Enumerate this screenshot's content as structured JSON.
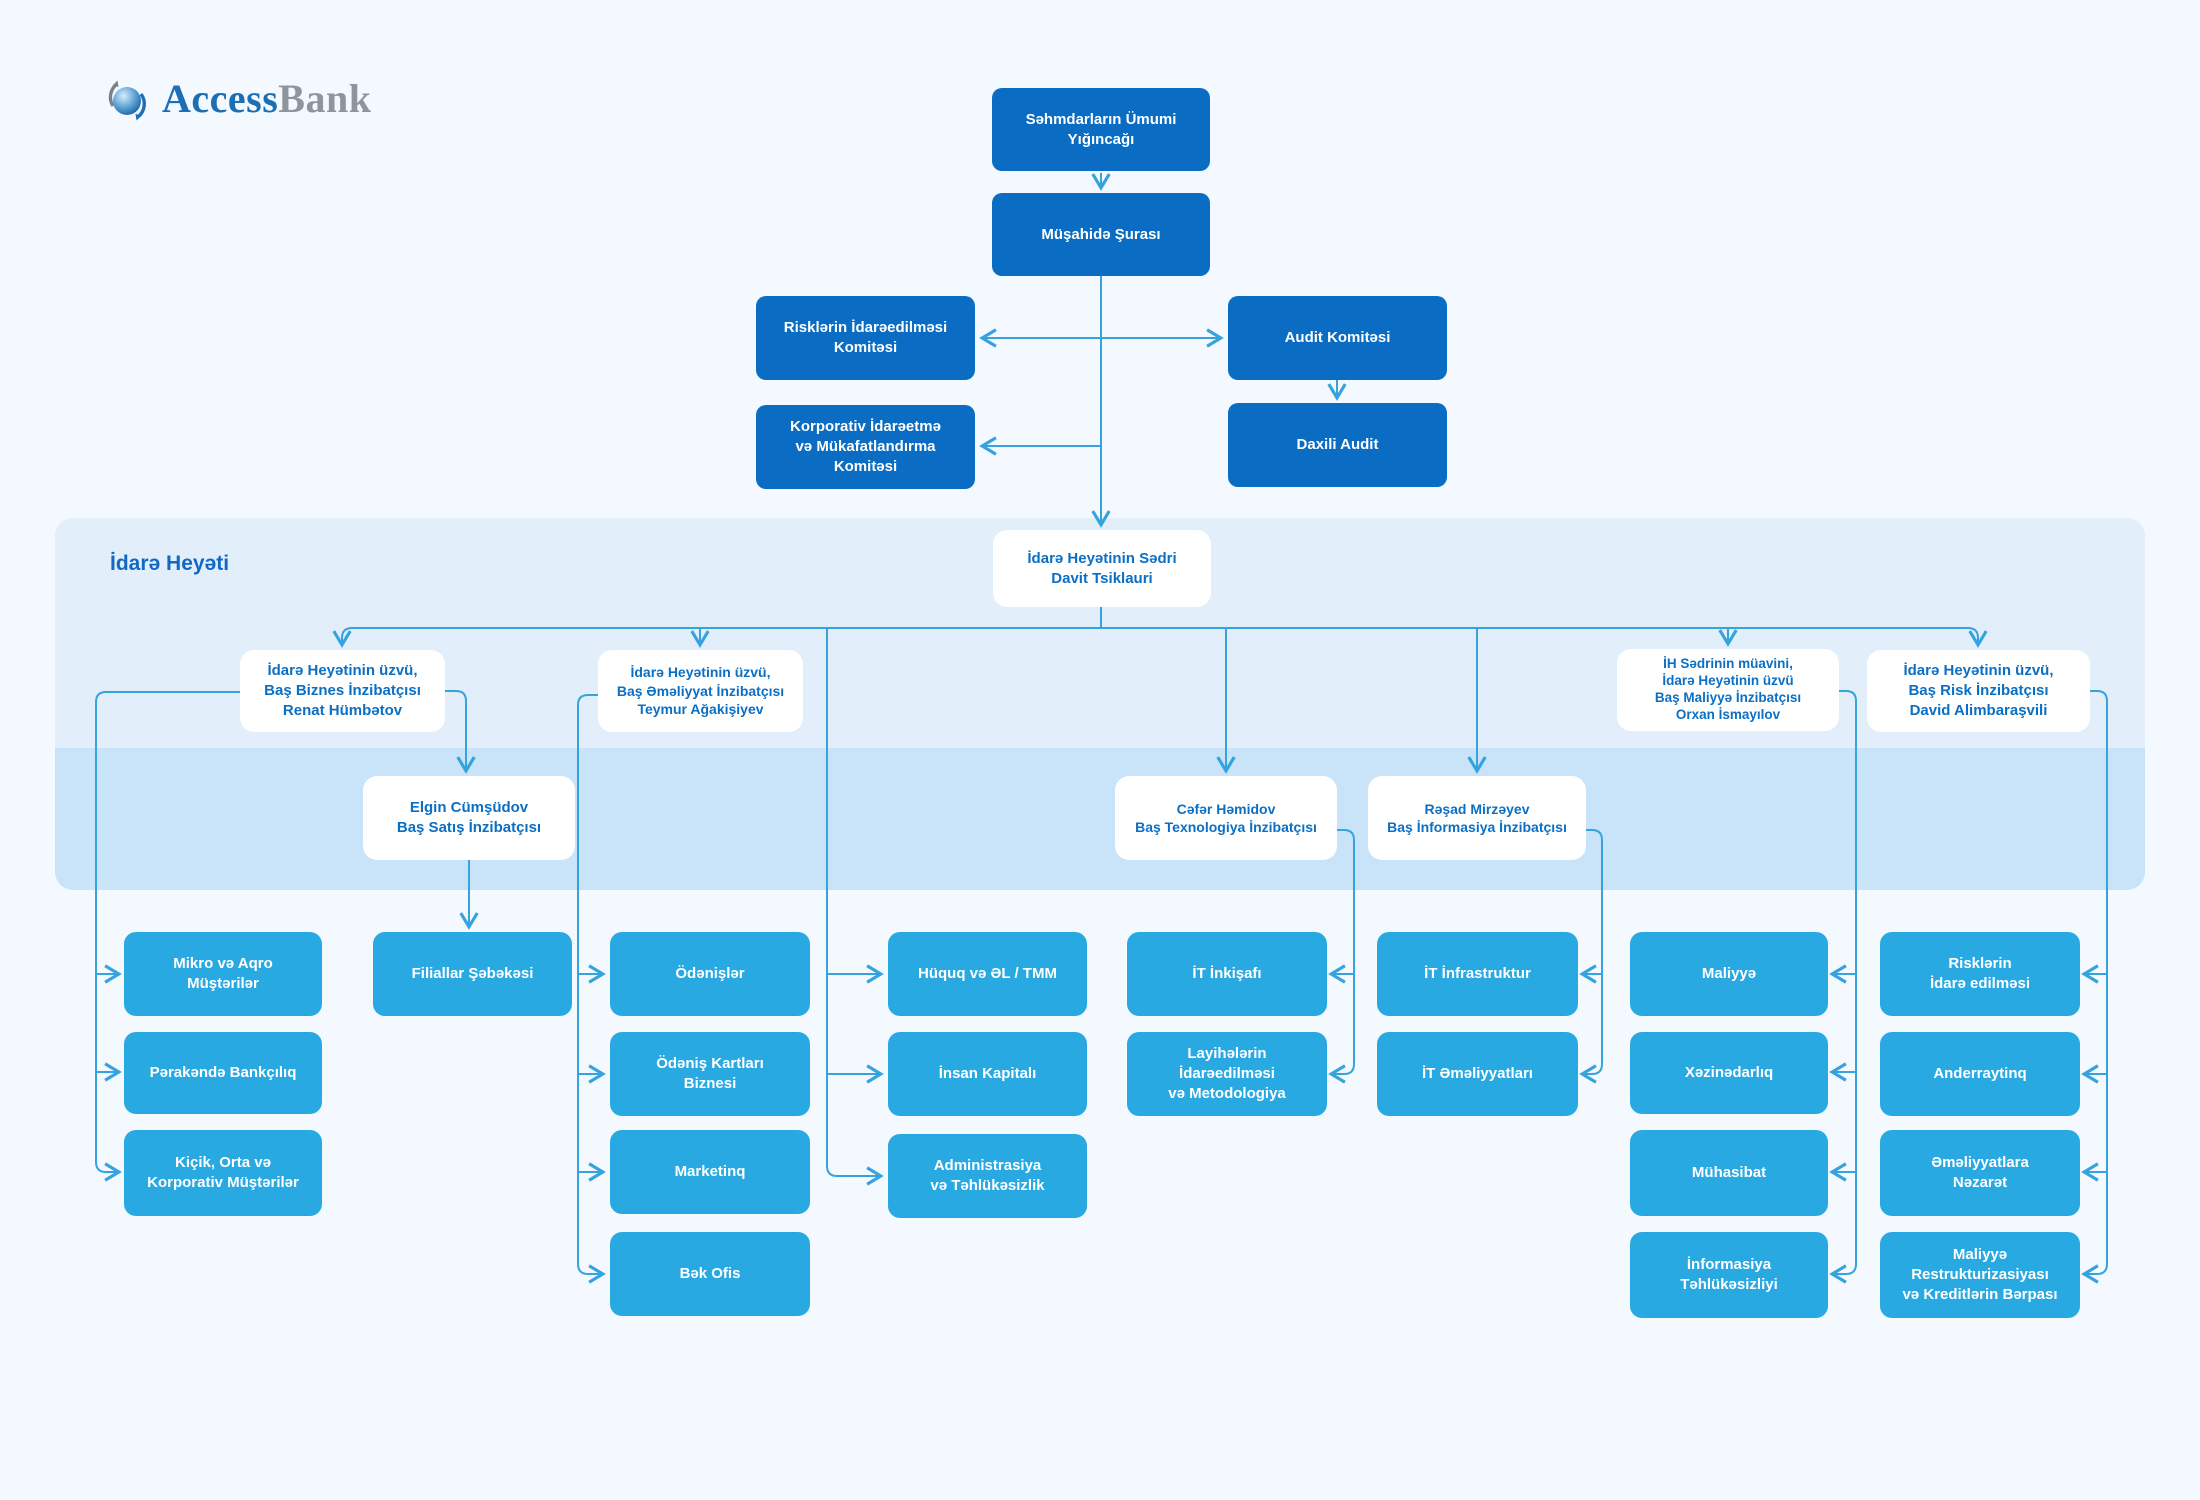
{
  "logo": {
    "part1": "Access",
    "part2": "Bank"
  },
  "band_label": "İdarə Heyəti",
  "governance": {
    "general_meeting": "Səhmdarların Ümumi\nYığıncağı",
    "supervisory_board": "Müşahidə Şurası",
    "risk_committee": "Risklərin İdarəedilməsi\nKomitəsi",
    "corporate_committee": "Korporativ İdarəetmə\nvə Mükafatlandırma\nKomitəsi",
    "audit_committee": "Audit Komitəsi",
    "internal_audit": "Daxili Audit"
  },
  "board": {
    "chairman": "İdarə Heyətinin Sədri\nDavit Tsiklauri",
    "renat": "İdarə Heyətinin üzvü,\nBaş Biznes İnzibatçısı\nRenat Hümbətov",
    "teymur": "İdarə Heyətinin üzvü,\nBaş Əməliyyat İnzibatçısı\nTeymur Ağakişiyev",
    "orxan": "İH Sədrinin müavini,\nİdarə Heyətinin üzvü\nBaş Maliyyə İnzibatçısı\nOrxan İsmayılov",
    "david": "İdarə Heyətinin üzvü,\nBaş Risk İnzibatçısı\nDavid Alimbaraşvili",
    "elgin": "Elgin Cümşüdov\nBaş Satış İnzibatçısı",
    "cefer": "Cəfər Həmidov\nBaş Texnologiya İnzibatçısı",
    "resad": "Rəşad Mirzəyev\nBaş İnformasiya İnzibatçısı"
  },
  "departments": {
    "mikro_aqro": "Mikro və Aqro\nMüştərilər",
    "perakende": "Pərakəndə Bankçılıq",
    "kicik_orta": "Kiçik, Orta və\nKorporativ Müştərilər",
    "filiallar": "Filiallar Şəbəkəsi",
    "odenisler": "Ödənişlər",
    "odenis_kartlari": "Ödəniş Kartları\nBiznesi",
    "marketinq": "Marketinq",
    "bek_ofis": "Bək Ofis",
    "huquq": "Hüquq və ƏL / TMM",
    "insan_kapitali": "İnsan Kapitalı",
    "administrasiya": "Administrasiya\nvə Təhlükəsizlik",
    "it_inkisafi": "İT İnkişafı",
    "layiheler": "Layihələrin\nİdarəedilməsi\nvə Metodologiya",
    "it_infrastruktur": "İT İnfrastruktur",
    "it_emeliyyatlari": "İT Əməliyyatları",
    "maliyye": "Maliyyə",
    "xezinedarliq": "Xəzinədarlıq",
    "muhasibat": "Mühasibat",
    "informasiya_tehlukesizliyi": "İnformasiya\nTəhlükəsizliyi",
    "risklerin_idare_edilmesi": "Risklərin\nİdarə edilməsi",
    "anderraytinq": "Anderraytinq",
    "emeliyyatlara_nezaret": "Əməliyyatlara\nNəzarət",
    "maliyye_restrukturizasiyasi": "Maliyyə\nRestrukturizasiyası\nvə Kreditlərin Bərpası"
  },
  "colors": {
    "background": "#f3f9fe",
    "dark_box": "#0a6cc2",
    "light_box": "#29a9e2",
    "white_box_text": "#0b6fc4",
    "panel_upper": "#e2eefa",
    "panel_lower": "#c9e3f8",
    "connector": "#35a3de",
    "logo_blue": "#1c6fb5",
    "logo_gray": "#8f959b",
    "band_label": "#1268c4"
  }
}
